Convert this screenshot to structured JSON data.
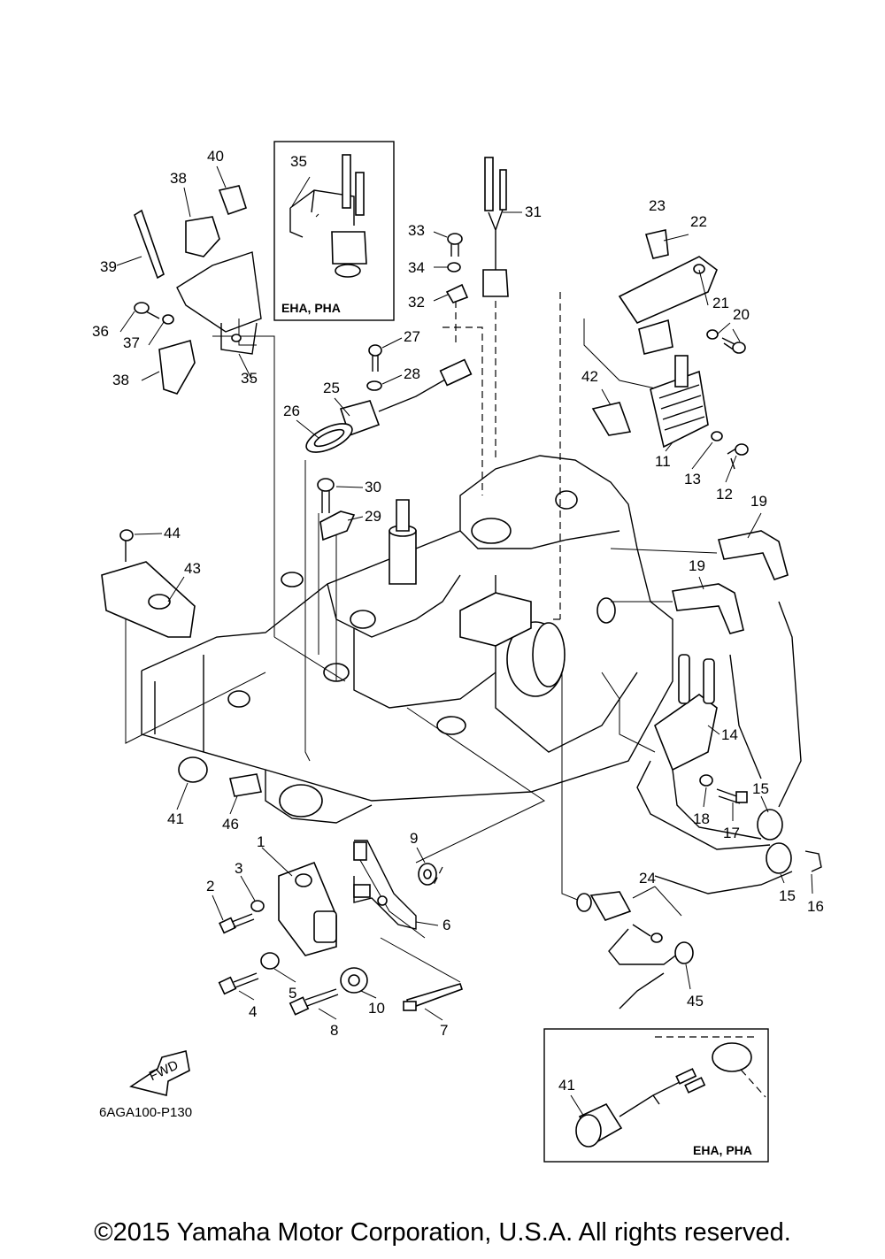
{
  "diagram": {
    "code": "6AGA100-P130",
    "fwd_label": "FWD",
    "insets": [
      {
        "label": "EHA, PHA"
      },
      {
        "label": "EHA, PHA"
      }
    ],
    "callouts": [
      "1",
      "2",
      "3",
      "4",
      "5",
      "6",
      "7",
      "8",
      "9",
      "10",
      "11",
      "12",
      "13",
      "14",
      "15",
      "15",
      "16",
      "17",
      "18",
      "19",
      "19",
      "20",
      "21",
      "22",
      "23",
      "24",
      "25",
      "26",
      "27",
      "28",
      "29",
      "30",
      "31",
      "32",
      "33",
      "34",
      "35",
      "35",
      "36",
      "37",
      "38",
      "38",
      "39",
      "40",
      "41",
      "41",
      "42",
      "43",
      "44",
      "45",
      "46"
    ]
  },
  "footer": {
    "copyright": "©2015 Yamaha Motor Corporation, U.S.A. All rights reserved."
  }
}
